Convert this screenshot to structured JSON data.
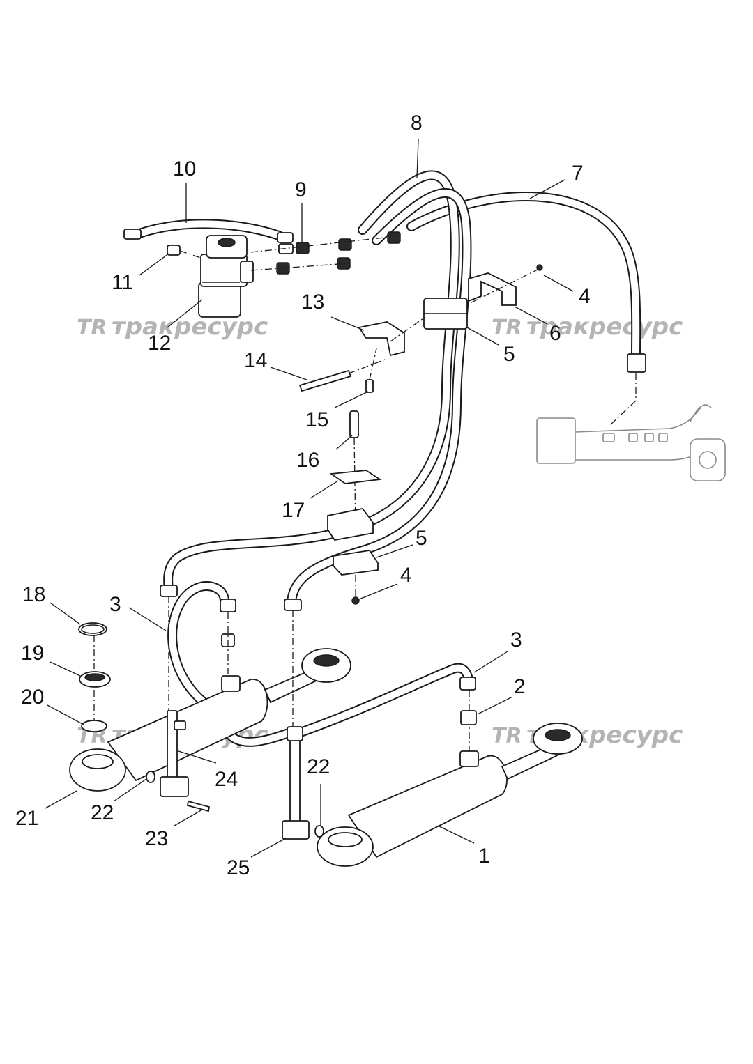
{
  "callouts": [
    {
      "id": "1",
      "label": "1"
    },
    {
      "id": "2",
      "label": "2"
    },
    {
      "id": "3a",
      "label": "3"
    },
    {
      "id": "3b",
      "label": "3"
    },
    {
      "id": "4a",
      "label": "4"
    },
    {
      "id": "4b",
      "label": "4"
    },
    {
      "id": "5a",
      "label": "5"
    },
    {
      "id": "5b",
      "label": "5"
    },
    {
      "id": "6",
      "label": "6"
    },
    {
      "id": "7",
      "label": "7"
    },
    {
      "id": "8",
      "label": "8"
    },
    {
      "id": "9",
      "label": "9"
    },
    {
      "id": "10",
      "label": "10"
    },
    {
      "id": "11",
      "label": "11"
    },
    {
      "id": "12",
      "label": "12"
    },
    {
      "id": "13",
      "label": "13"
    },
    {
      "id": "14",
      "label": "14"
    },
    {
      "id": "15",
      "label": "15"
    },
    {
      "id": "16",
      "label": "16"
    },
    {
      "id": "17",
      "label": "17"
    },
    {
      "id": "18",
      "label": "18"
    },
    {
      "id": "19",
      "label": "19"
    },
    {
      "id": "20",
      "label": "20"
    },
    {
      "id": "21",
      "label": "21"
    },
    {
      "id": "22a",
      "label": "22"
    },
    {
      "id": "22b",
      "label": "22"
    },
    {
      "id": "23",
      "label": "23"
    },
    {
      "id": "24",
      "label": "24"
    },
    {
      "id": "25",
      "label": "25"
    }
  ],
  "watermark": {
    "logo": "TR",
    "text": "тракресурс"
  },
  "colors": {
    "ink": "#1a1a1a",
    "watermark": "#b4b4b4",
    "background": "#ffffff"
  }
}
